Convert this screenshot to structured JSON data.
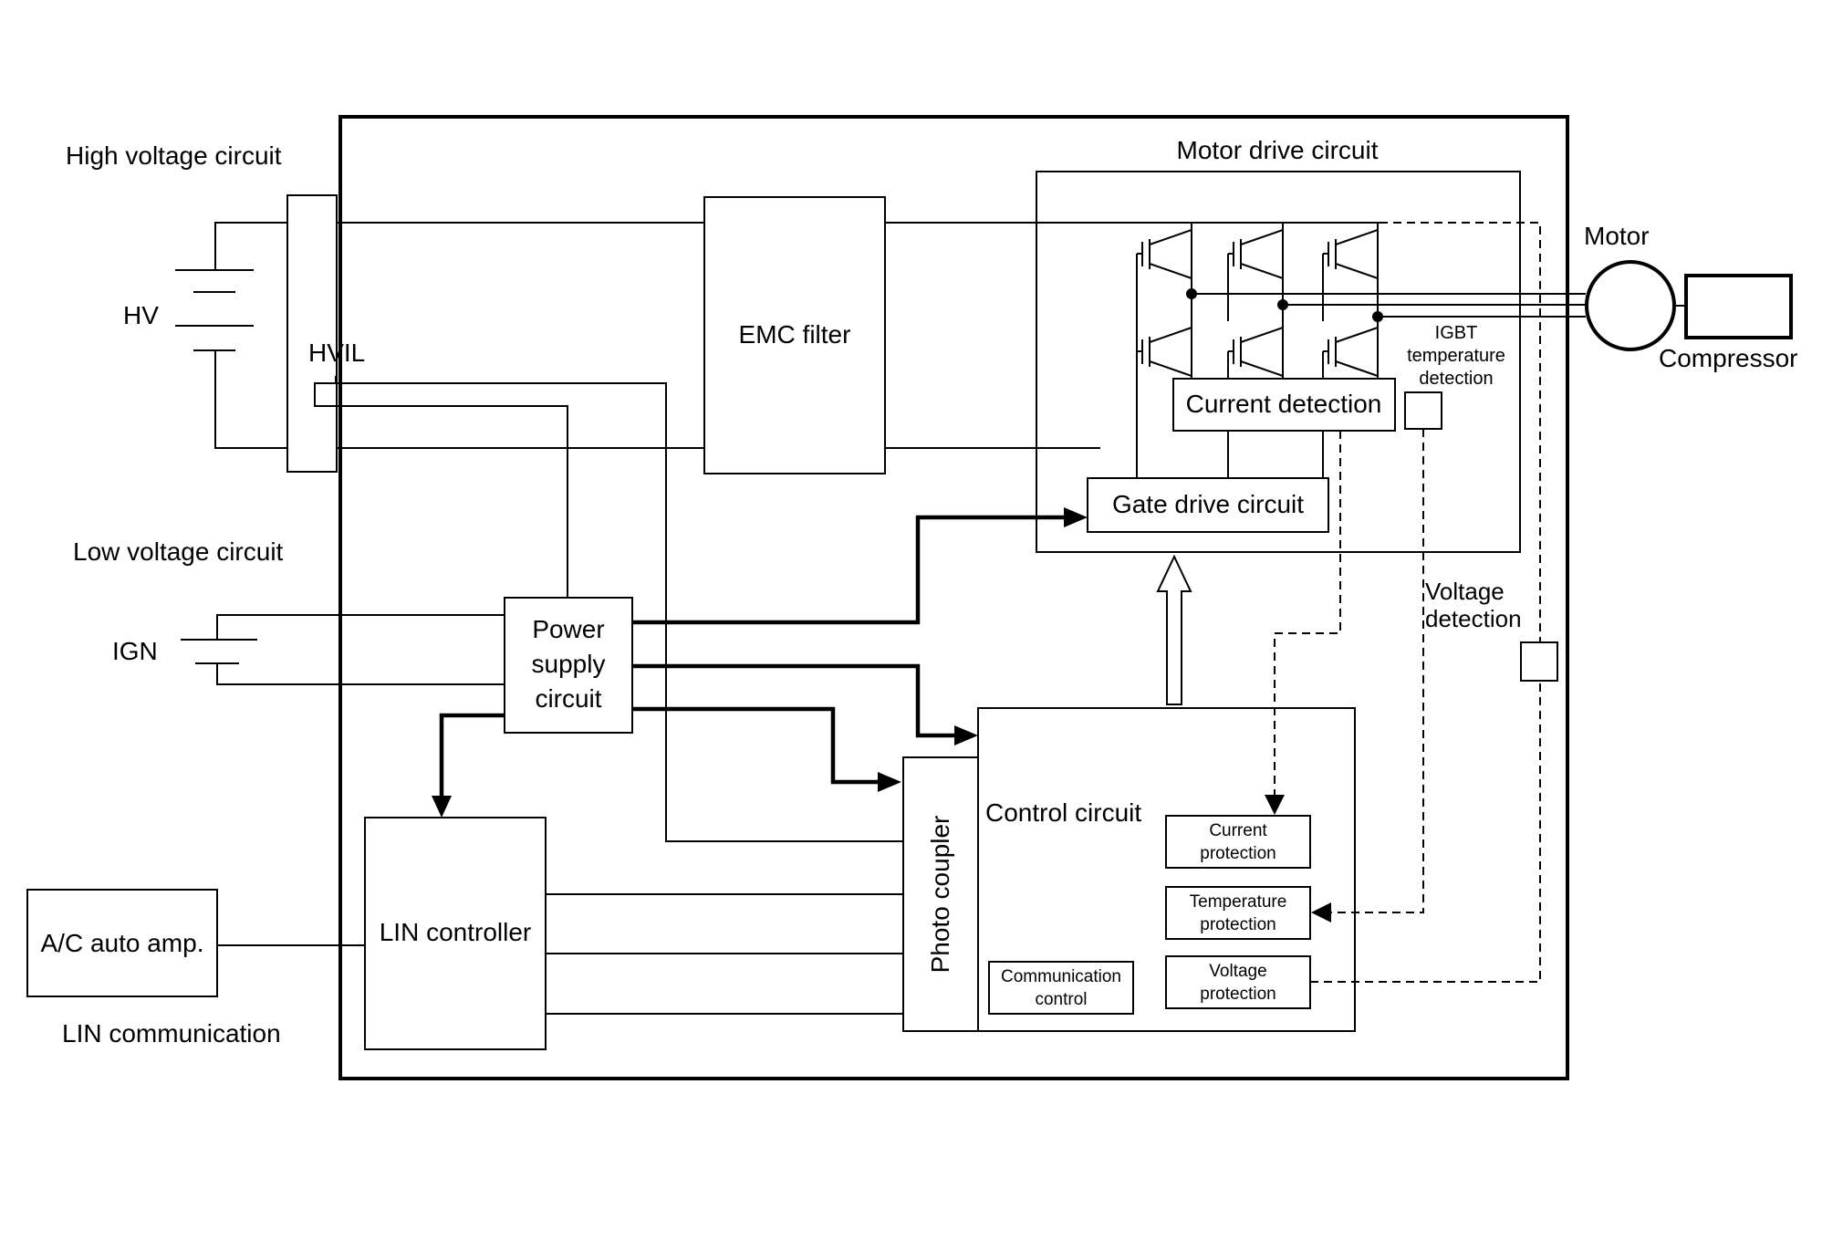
{
  "labels": {
    "high_voltage_circuit": "High voltage circuit",
    "hv": "HV",
    "hvil": "HVIL",
    "low_voltage_circuit": "Low voltage circuit",
    "ign": "IGN",
    "lin_communication": "LIN communication",
    "emc_filter": "EMC filter",
    "motor_drive_circuit": "Motor drive circuit",
    "motor": "Motor",
    "compressor": "Compressor",
    "igbt_temp_line1": "IGBT",
    "igbt_temp_line2": "temperature",
    "igbt_temp_line3": "detection",
    "current_detection": "Current detection",
    "gate_drive_circuit": "Gate drive circuit",
    "voltage_detection_line1": "Voltage",
    "voltage_detection_line2": "detection",
    "power_supply_line1": "Power",
    "power_supply_line2": "supply",
    "power_supply_line3": "circuit",
    "control_circuit": "Control circuit",
    "current_protection_line1": "Current",
    "current_protection_line2": "protection",
    "temperature_protection_line1": "Temperature",
    "temperature_protection_line2": "protection",
    "voltage_protection_line1": "Voltage",
    "voltage_protection_line2": "protection",
    "communication_control_line1": "Communication",
    "communication_control_line2": "control",
    "photo_coupler": "Photo coupler",
    "lin_controller": "LIN controller",
    "ac_auto_amp": "A/C auto amp."
  }
}
